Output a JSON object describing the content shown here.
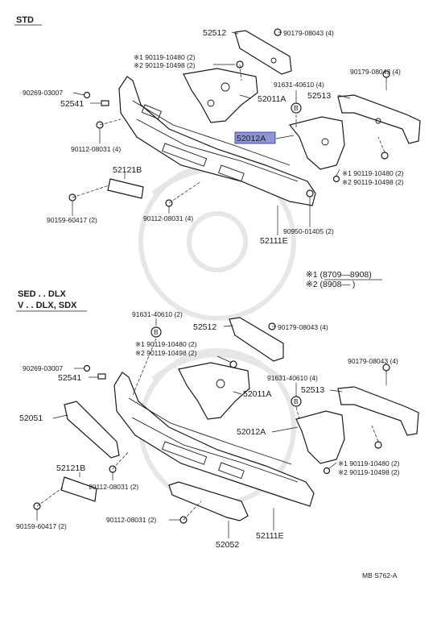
{
  "header": {
    "std_label": "STD",
    "sed_label": "SED . . DLX",
    "van_label": "V . . DLX, SDX",
    "footer_code": "MB  S762-A"
  },
  "notes": {
    "note1": "※1 (8709—8908)",
    "note2": "※2 (8908—        )"
  },
  "std": {
    "p52512": "52512",
    "p90179a": "90179-08043 (4)",
    "p90119a1": "※1 90119-10480 (2)",
    "p90119a2": "※2 90119-10498 (2)",
    "p90179b": "90179-08043 (4)",
    "p90269": "90269-03007",
    "p91631": "91631-40610 (4)",
    "p52513": "52513",
    "p52541": "52541",
    "p52011A": "52011A",
    "p52012A": "52012A",
    "p90112a": "90112-08031 (4)",
    "p90119b1": "※1 90119-10480 (2)",
    "p90119b2": "※2 90119-10498 (2)",
    "p52121B": "52121B",
    "p90159": "90159-60417 (2)",
    "p90112b": "90112-08031 (4)",
    "p90950": "90950-01405 (2)",
    "p52111E": "52111E",
    "circle_b": "B"
  },
  "sed": {
    "p91631a": "91631-40610 (2)",
    "p52512": "52512",
    "p90179a": "90179-08043 (4)",
    "p90119a1": "※1 90119-10480 (2)",
    "p90119a2": "※2 90119-10498 (2)",
    "p90269": "90269-03007",
    "p52541": "52541",
    "p90179b": "90179-08043 (4)",
    "p91631b": "91631-40610 (4)",
    "p52513": "52513",
    "p52011A": "52011A",
    "p52051": "52051",
    "p52012A": "52012A",
    "p90119b1": "※1 90119-10480 (2)",
    "p90119b2": "※2 90119-10498 (2)",
    "p52121B": "52121B",
    "p90112a": "90112-08031 (2)",
    "p90159": "90159-60417 (2)",
    "p90112b": "90112-08031 (2)",
    "p52111E": "52111E",
    "p52052": "52052",
    "circle_b": "B"
  },
  "colors": {
    "highlight": "#8f96d6",
    "ink": "#1a1a1a",
    "watermark": "#e6e6e6"
  }
}
